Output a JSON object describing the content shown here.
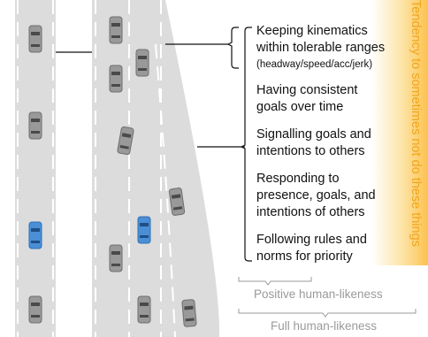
{
  "behaviors": [
    {
      "text": "Keeping kinematics within tolerable ranges",
      "detail": "(headway/speed/acc/jerk)"
    },
    {
      "text": "Having consistent goals over time"
    },
    {
      "text": "Signalling goals and intentions to others"
    },
    {
      "text": "Responding to presence, goals, and intentions of others"
    },
    {
      "text": "Following rules and norms for priority"
    }
  ],
  "side_label": "Tendency to sometimes not do these things",
  "captions": {
    "positive": "Positive human-likeness",
    "full": "Full human-likeness"
  },
  "colors": {
    "road": "#dcdcdc",
    "lane_marking": "#ffffff",
    "car_gray": "#999999",
    "car_blue": "#4a8fd6",
    "accent": "#f2a51c"
  }
}
